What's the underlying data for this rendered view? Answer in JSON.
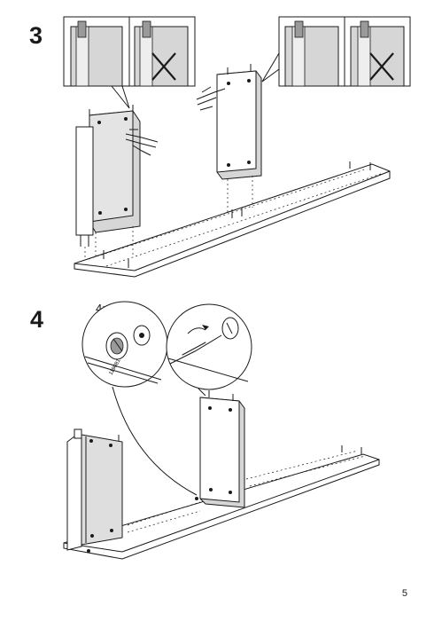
{
  "steps": [
    {
      "number": "3"
    },
    {
      "number": "4",
      "quantity_label": "4×",
      "part_code": "119081"
    }
  ],
  "page_number": "5"
}
